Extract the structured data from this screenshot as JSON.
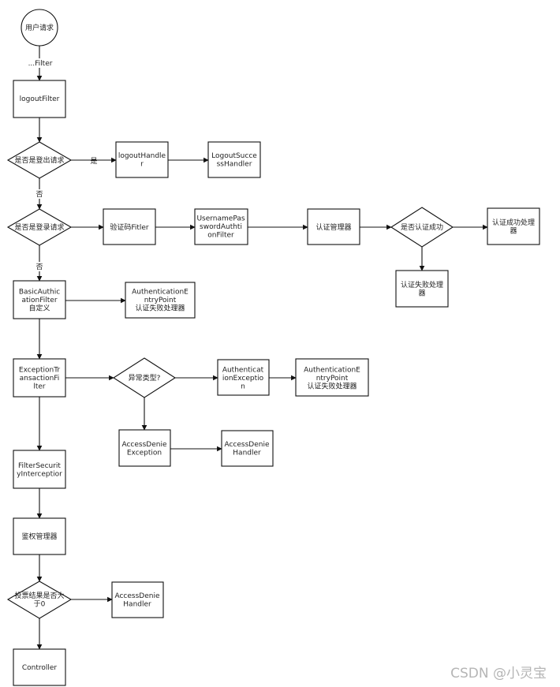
{
  "nodes": {
    "user_request": "用户请求",
    "logout_filter": "logoutFilter",
    "is_logout_request": "是否是登出请求",
    "logout_handler": "logoutHandler",
    "logout_success_handler": "LogoutSuccessHandler",
    "is_login_request": "是否是登录请求",
    "captcha_filter": "验证码Fitler",
    "username_password_filter": "UsernamePasswordAuthtionFilter",
    "auth_manager": "认证管理器",
    "is_auth_success": "是否认证成功",
    "auth_success_handler": "认证成功处理器",
    "auth_failure_handler": "认证失败处理器",
    "basic_filter": "BasicAuthicationFilter\n自定义",
    "auth_entry_point_1": "AuthenticationEntryPoint\n认证失败处理器",
    "exception_filter": "ExceptionTransactionFilter",
    "exception_type": "异常类型?",
    "authentication_exception": "AuthenticationException",
    "auth_entry_point_2": "AuthenticationEntryPoint\n认证失败处理器",
    "access_denied_exception": "AccessDenieException",
    "access_denied_handler_1": "AccessDenieHandler",
    "filter_security_interceptor": "FilterSecurityInterceptior",
    "authz_manager": "鉴权管理器",
    "vote_result": "投票结果是否大于0",
    "access_denied_handler_2": "AccessDenieHandler",
    "controller": "Controller"
  },
  "edge_labels": {
    "filter": "...Filter",
    "yes": "是",
    "no_1": "否",
    "no_2": "否"
  },
  "watermark": "CSDN @小灵宝"
}
